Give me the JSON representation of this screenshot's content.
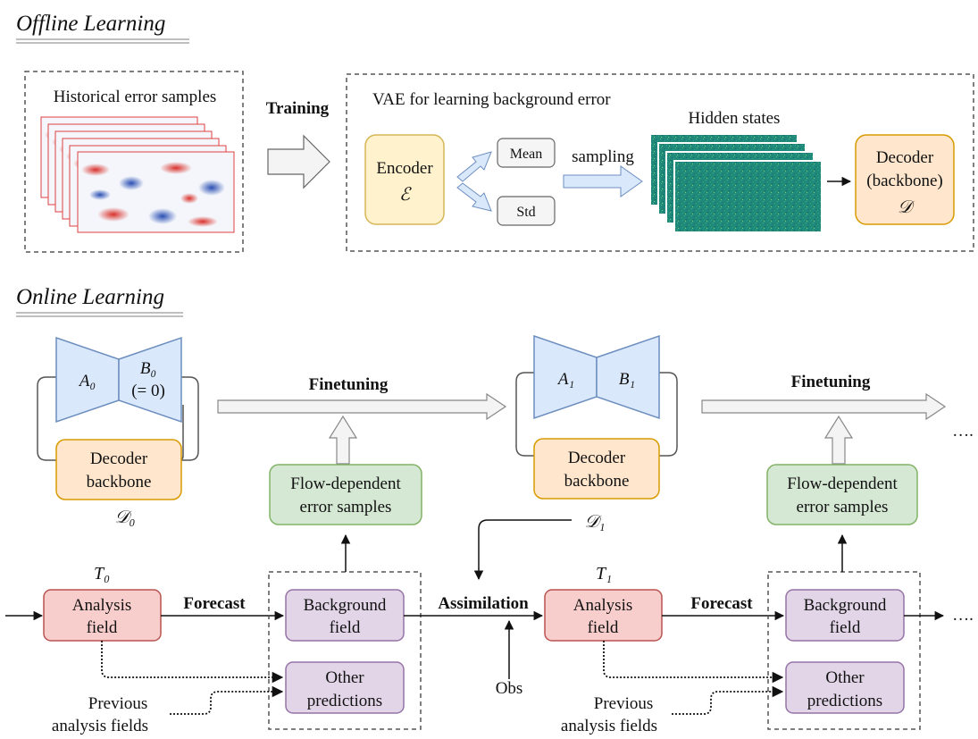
{
  "offline": {
    "heading": "Offline Learning",
    "historical_label": "Historical error samples",
    "training_label": "Training",
    "vae_title": "VAE for learning background error",
    "encoder_label": "Encoder",
    "encoder_symbol": "ℰ",
    "mean_label": "Mean",
    "std_label": "Std",
    "sampling_label": "sampling",
    "hidden_states_label": "Hidden states",
    "decoder_line1": "Decoder",
    "decoder_line2": "(backbone)",
    "decoder_symbol": "𝒟"
  },
  "online": {
    "heading": "Online Learning",
    "step0": {
      "a_label": "A₀",
      "b_label": "B₀",
      "b_note": "(= 0)",
      "backbone_line1": "Decoder",
      "backbone_line2": "backbone",
      "d_label": "𝒟₀",
      "t_label": "T₀"
    },
    "step1": {
      "a_label": "A₁",
      "b_label": "B₁",
      "backbone_line1": "Decoder",
      "backbone_line2": "backbone",
      "d_label": "𝒟₁",
      "t_label": "T₁"
    },
    "finetuning_label": "Finetuning",
    "flow_line1": "Flow-dependent",
    "flow_line2": "error samples",
    "analysis_line1": "Analysis",
    "analysis_line2": "field",
    "forecast_label": "Forecast",
    "background_line1": "Background",
    "background_line2": "field",
    "other_line1": "Other",
    "other_line2": "predictions",
    "assimilation_label": "Assimilation",
    "obs_label": "Obs",
    "prev_line1": "Previous",
    "prev_line2": "analysis fields",
    "ellipsis": "…."
  },
  "colors": {
    "encoder_fill": "#fff2cc",
    "encoder_stroke": "#d6b656",
    "decoder_fill": "#ffe6cc",
    "decoder_stroke": "#d79b00",
    "trap_fill": "#dae8fc",
    "trap_stroke": "#6c8ebf",
    "flow_fill": "#d5e8d4",
    "flow_stroke": "#82b366",
    "analysis_fill": "#f8cecc",
    "analysis_stroke": "#b85450",
    "bg_fill": "#e1d5e7",
    "bg_stroke": "#9673a6",
    "teal": "#1a8c7e"
  },
  "icons": {
    "error_maps": "error-map-stack-image",
    "hidden_states": "hidden-state-stack-image"
  }
}
